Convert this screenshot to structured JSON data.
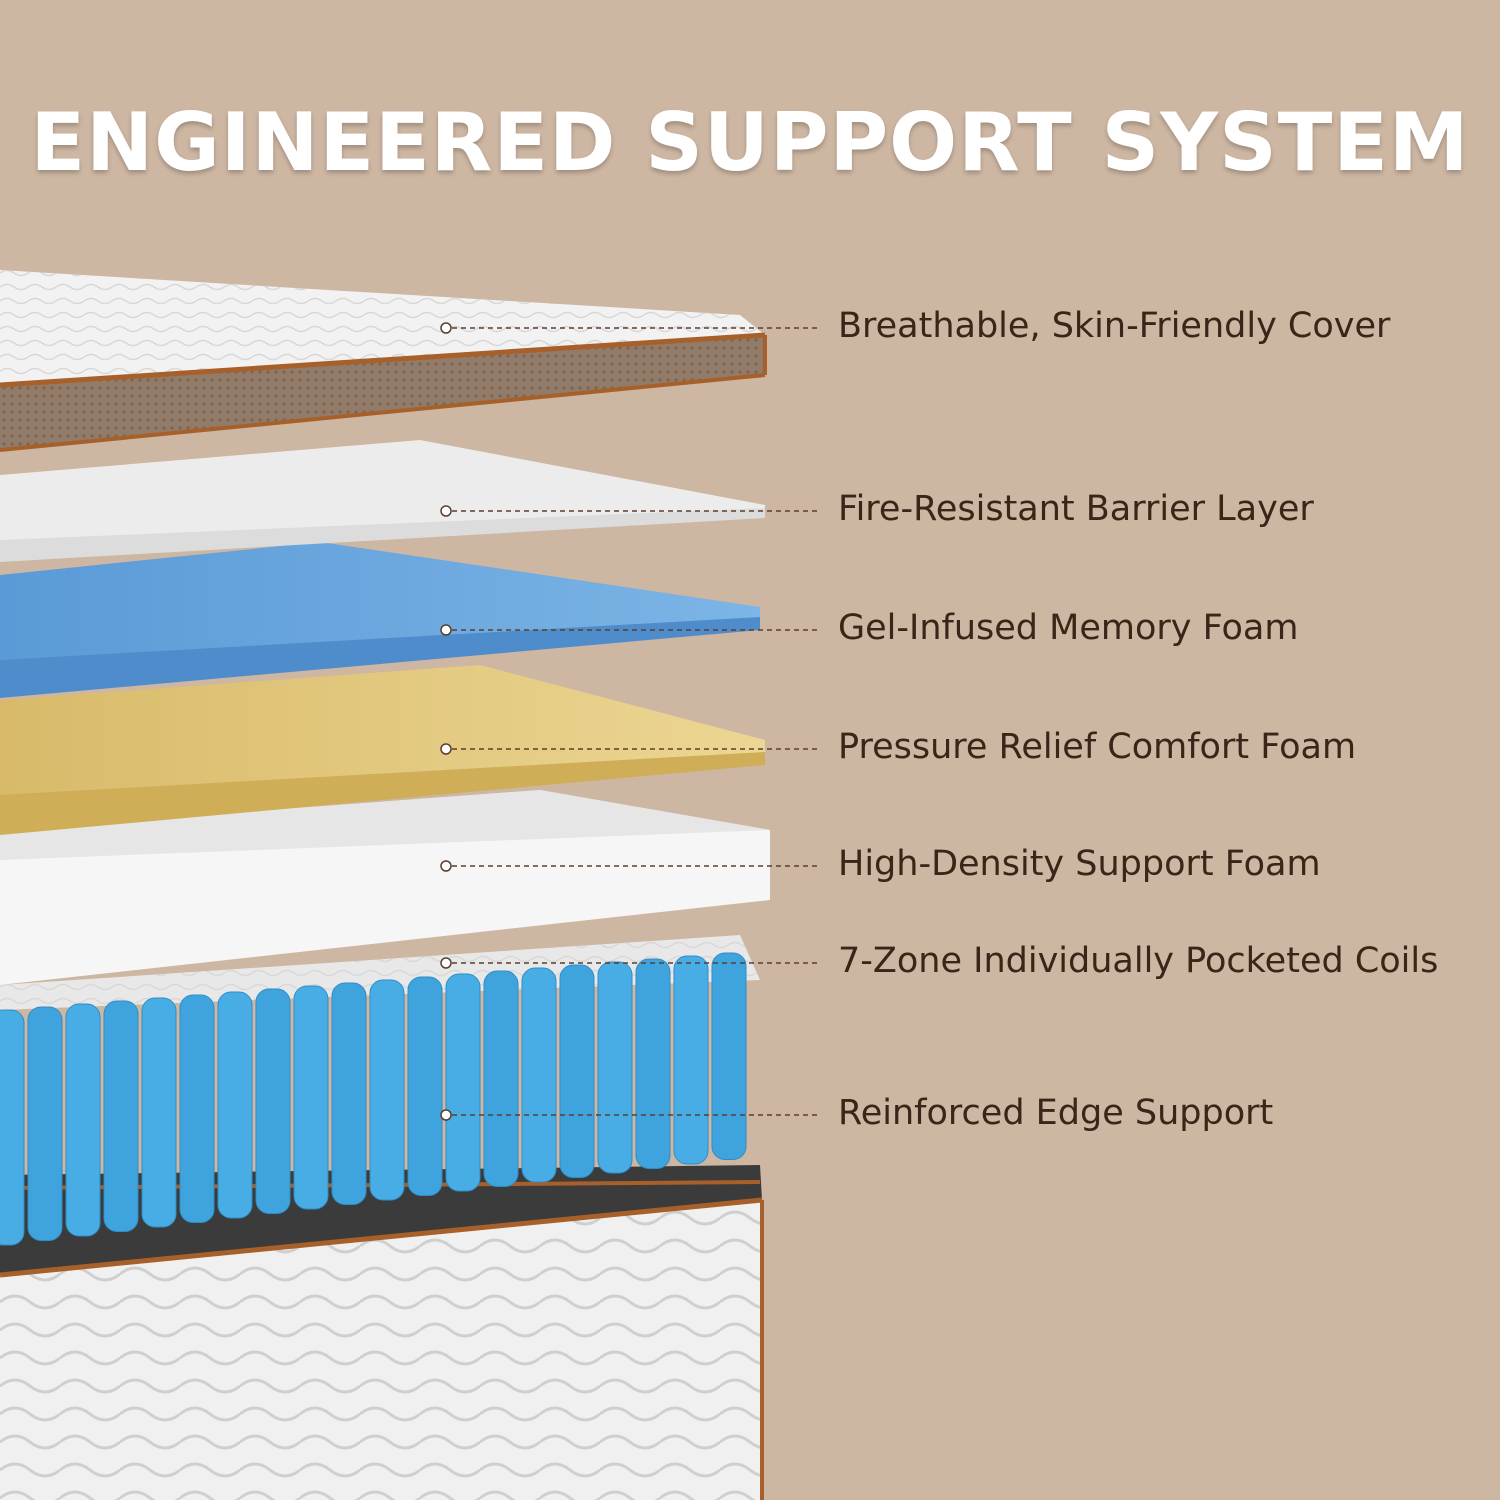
{
  "title": "ENGINEERED SUPPORT SYSTEM",
  "layers": [
    {
      "label": "Breathable, Skin-Friendly Cover"
    },
    {
      "label": "Fire-Resistant Barrier Layer"
    },
    {
      "label": "Gel-Infused Memory Foam"
    },
    {
      "label": "Pressure Relief Comfort Foam"
    },
    {
      "label": "High-Density Support Foam"
    },
    {
      "label": "7-Zone Individually Pocketed Coils"
    },
    {
      "label": "Reinforced Edge Support"
    }
  ],
  "colors": {
    "background": "#cdb6a2",
    "title": "#ffffff",
    "label_text": "#3b2418",
    "cover_quilt": "#f2f2f2",
    "cover_mesh": "#8f7a68",
    "trim": "#a8602a",
    "barrier": "#ececec",
    "gel_foam": "#6aa6dc",
    "comfort_foam": "#e0c478",
    "support_foam": "#f4f4f4",
    "coils": "#42a8e0",
    "base": "#f0f0f0"
  }
}
